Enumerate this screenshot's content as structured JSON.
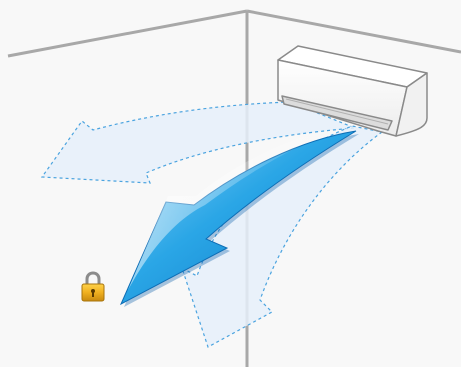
{
  "scene": {
    "room_corner": "room-corner-lines",
    "air_conditioner": "wall-mounted-air-conditioner",
    "airflow_range": "airflow-range-fan-dashed",
    "airflow_direction": "airflow-direction-arrow",
    "lock_status": "lock-icon"
  },
  "colors": {
    "background": "#f8f8f8",
    "walls": "#a8a8a8",
    "ac_body": "#ffffff",
    "ac_outline": "#8a8a8a",
    "airflow_fill": "#e6f0fa",
    "airflow_dash": "#4aa3df",
    "arrow_light": "#79c8f2",
    "arrow_mid": "#1d9ee3",
    "arrow_dark": "#0b6fbf",
    "lock_gold": "#e0a419"
  }
}
